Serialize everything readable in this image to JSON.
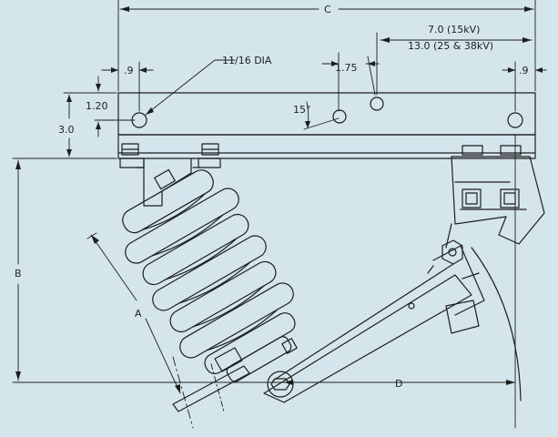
{
  "colors": {
    "background": "#d4e6ec",
    "line": "#1e1e1e",
    "part_fill": "#d4e6ec"
  },
  "labels": {
    "dim_c": "C",
    "dim_7_0": "7.0 (15kV)",
    "dim_13_0": "13.0 (25 & 38kV)",
    "dim_09_left": ".9",
    "dim_09_right": ".9",
    "hole_dia": "11/16 DIA",
    "dim_1_75": "1.75",
    "angle_15": "15°",
    "dim_1_20": "1.20",
    "dim_3_0": "3.0",
    "dim_b": "B",
    "dim_a": "A",
    "dim_d": "D"
  }
}
